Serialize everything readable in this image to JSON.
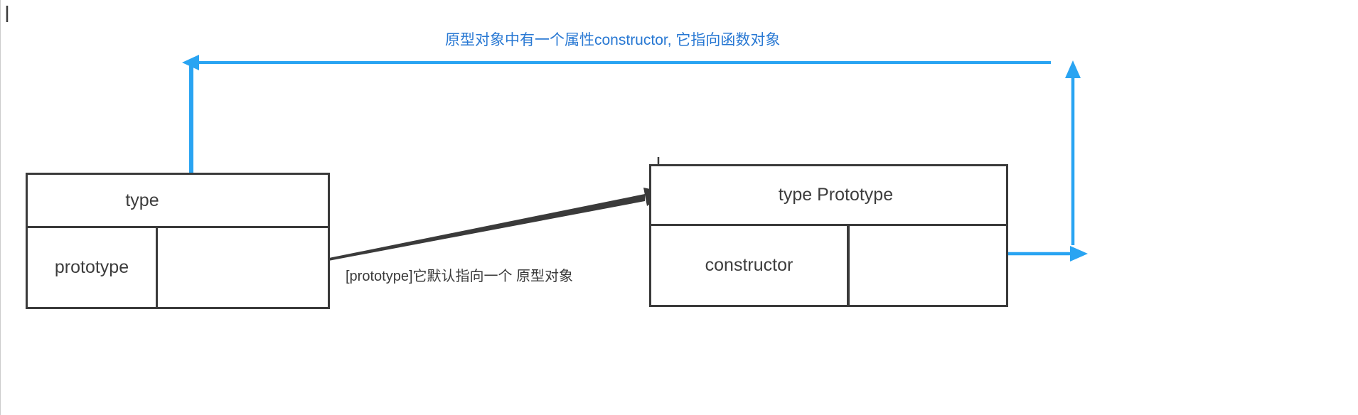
{
  "canvas": {
    "background": "#ffffff",
    "arrow_blue": "#29a4f2",
    "text_blue": "#2878d3",
    "ink": "#3a3a3a"
  },
  "annotations": {
    "constructor_note": "原型对象中有一个属性constructor, 它指向函数对象",
    "prototype_note": "[prototype]它默认指向一个 原型对象"
  },
  "function_box": {
    "title": "type",
    "property_label": "prototype",
    "property_value": ""
  },
  "prototype_box": {
    "title": "type Prototype",
    "property_label": "constructor",
    "property_value": ""
  }
}
